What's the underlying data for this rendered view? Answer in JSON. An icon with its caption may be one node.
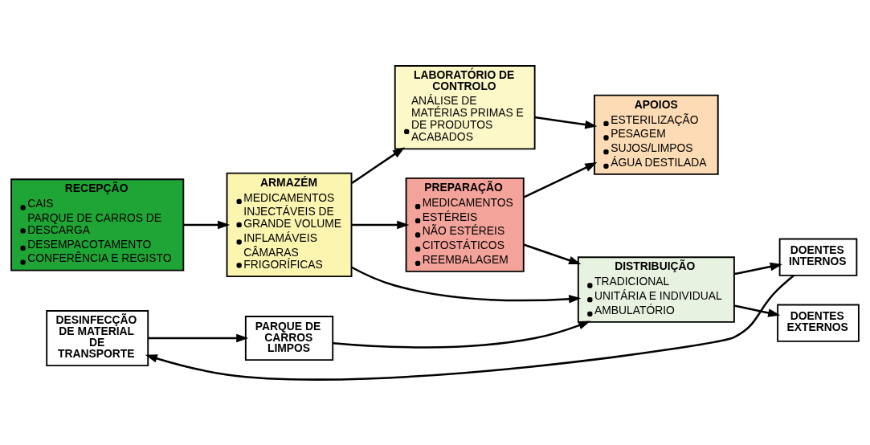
{
  "diagram": {
    "nodes": [
      {
        "text": [
          "RECEPÇÃO",
          "CAIS",
          "PARQUE DE CARROS DE DESCARGA",
          "DESEMPACOTAMENTO",
          "CONFERÊNCIA E REGISTO"
        ]
      },
      {
        "text": [
          "ARMAZÉM",
          "MEDICAMENTOS",
          "INJECTÁVEIS DE GRANDE VOLUME",
          "INFLAMÁVEIS",
          "CÂMARAS FRIGORÍFICAS"
        ]
      },
      {
        "text": [
          "LABORATÓRIO DE CONTROLO",
          "ANÁLISE DE MATÉRIAS PRIMAS E DE PRODUTOS ACABADOS"
        ]
      },
      {
        "text": [
          "PREPARAÇÃO",
          "MEDICAMENTOS",
          "ESTÉREIS",
          "NÃO ESTÉREIS",
          "CITOSTÁTICOS",
          "REEMBALAGEM"
        ]
      },
      {
        "text": [
          "APOIOS",
          "ESTERILIZAÇÃO",
          "PESAGEM",
          "SUJOS/LIMPOS",
          "ÁGUA DESTILADA"
        ]
      },
      {
        "text": [
          "DISTRIBUIÇÃO",
          "TRADICIONAL",
          "UNITÁRIA E INDIVIDUAL",
          "AMBULATÓRIO"
        ]
      },
      {
        "text": [
          "DESINFECÇÃO DE MATERIAL DE TRANSPORTE"
        ]
      },
      {
        "text": [
          "PARQUE DE CARROS LIMPOS"
        ]
      },
      {
        "text": [
          "DOENTES INTERNOS"
        ]
      },
      {
        "text": [
          "DOENTES EXTERNOS"
        ]
      }
    ],
    "edges": [
      {
        "from": 0,
        "to": 1,
        "arrow": "to"
      },
      {
        "from": 1,
        "to": 2,
        "arrow": "to"
      },
      {
        "from": 1,
        "to": 3,
        "arrow": "to"
      },
      {
        "from": 1,
        "to": 5,
        "arrow": "to"
      },
      {
        "from": 2,
        "to": 4,
        "arrow": "to"
      },
      {
        "from": 3,
        "to": 4,
        "arrow": "to"
      },
      {
        "from": 3,
        "to": 5,
        "arrow": "to"
      },
      {
        "from": 6,
        "to": 7,
        "arrow": "to"
      },
      {
        "from": 7,
        "to": 5,
        "arrow": "to"
      },
      {
        "from": 5,
        "to": 8,
        "arrow": "to"
      },
      {
        "from": 5,
        "to": 9,
        "arrow": "to"
      },
      {
        "from": 8,
        "to": 6,
        "arrow": "to"
      }
    ]
  }
}
